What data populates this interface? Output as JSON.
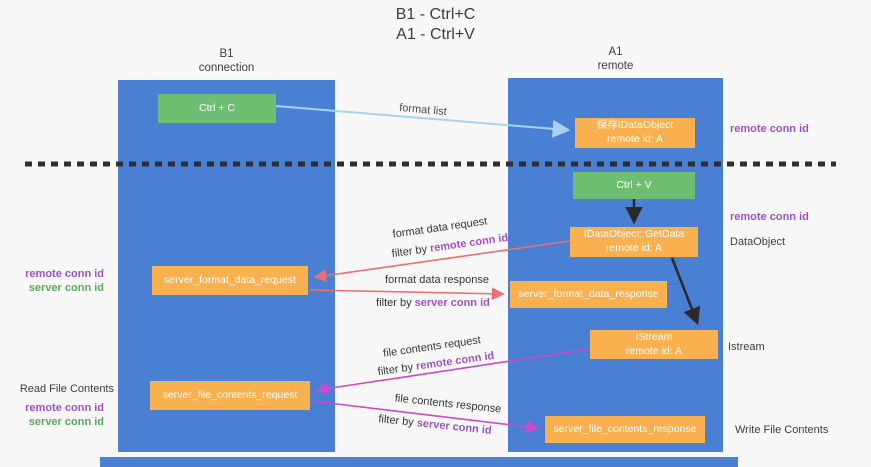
{
  "title": {
    "line1": "B1 - Ctrl+C",
    "line2": "A1 - Ctrl+V"
  },
  "lanes": {
    "left": {
      "name": "B1",
      "role": "connection"
    },
    "right": {
      "name": "A1",
      "role": "remote"
    }
  },
  "boxes": {
    "ctrl_c": {
      "label": "Ctrl + C"
    },
    "ctrl_v": {
      "label": "Ctrl + V"
    },
    "save_idataobject": {
      "line1": "保存IDataObject",
      "line2": "remote id: A"
    },
    "getdata": {
      "line1": "IDataObject::GetData",
      "line2": "remote id: A"
    },
    "istream": {
      "line1": "IStream",
      "line2": "remote id: A"
    },
    "server_format_data_request": {
      "label": "server_format_data_request"
    },
    "server_format_data_response": {
      "label": "server_format_data_response"
    },
    "server_file_contents_request": {
      "label": "server_file_contents_request"
    },
    "server_file_contents_response": {
      "label": "server_file_contents_response"
    }
  },
  "arrow_labels": {
    "format_list": "format list",
    "format_data_request": "format data request",
    "format_data_response": "format data response",
    "file_contents_request": "file contents request",
    "file_contents_response": "file contents response",
    "filter_by": "filter by ",
    "remote_conn_id": "remote conn id",
    "server_conn_id": "server conn id"
  },
  "side_labels": {
    "right": {
      "remote_conn_id_top": "remote conn id",
      "remote_conn_id_mid": "remote conn id",
      "dataobject": "DataObject",
      "istream": "Istream",
      "write_file_contents": "Write File Contents"
    },
    "left": {
      "remote_conn_id_mid": "remote conn id",
      "server_conn_id_mid": "server conn id",
      "read_file_contents": "Read File Contents",
      "remote_conn_id_bottom": "remote conn id",
      "server_conn_id_bottom": "server conn id"
    }
  },
  "colors": {
    "lane_blue": "#4a80d4",
    "box_green": "#6fbf73",
    "box_orange": "#f9b04e",
    "label_purple": "#a052c2",
    "label_green": "#57ab57",
    "arrow_lightblue": "#a8d2f0",
    "arrow_red": "#ee6e6e",
    "arrow_magenta": "#cb4bc9",
    "arrow_black": "#2a2a2a",
    "background": "#f7f7f8"
  }
}
